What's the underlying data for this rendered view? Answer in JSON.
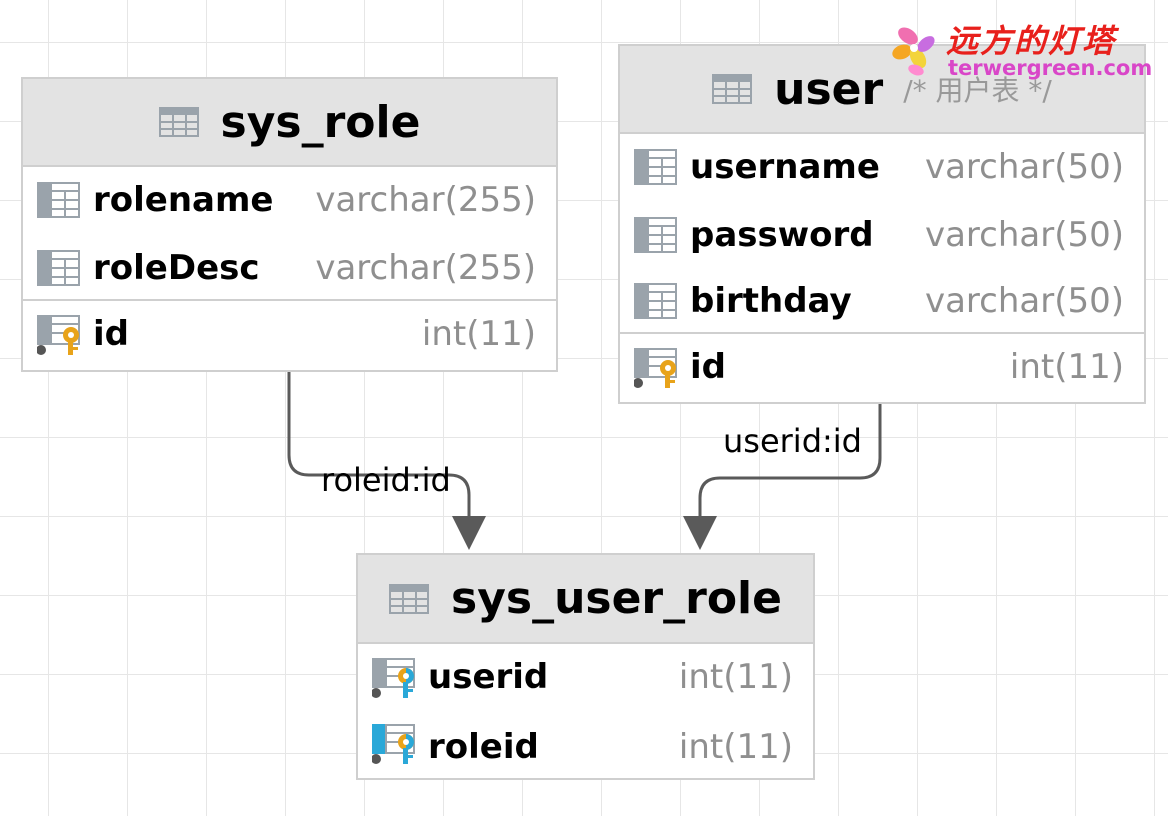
{
  "tables": {
    "sys_role": {
      "name": "sys_role",
      "columns": [
        {
          "name": "rolename",
          "type": "varchar(255)",
          "kind": "column"
        },
        {
          "name": "roleDesc",
          "type": "varchar(255)",
          "kind": "column"
        }
      ],
      "keys": [
        {
          "name": "id",
          "type": "int(11)",
          "kind": "primary-key"
        }
      ]
    },
    "user": {
      "name": "user",
      "comment": "/* 用户表 */",
      "columns": [
        {
          "name": "username",
          "type": "varchar(50)",
          "kind": "column"
        },
        {
          "name": "password",
          "type": "varchar(50)",
          "kind": "column"
        },
        {
          "name": "birthday",
          "type": "varchar(50)",
          "kind": "column"
        }
      ],
      "keys": [
        {
          "name": "id",
          "type": "int(11)",
          "kind": "primary-key"
        }
      ]
    },
    "sys_user_role": {
      "name": "sys_user_role",
      "keys": [
        {
          "name": "userid",
          "type": "int(11)",
          "kind": "primary-foreign-key"
        },
        {
          "name": "roleid",
          "type": "int(11)",
          "kind": "primary-foreign-key"
        }
      ]
    }
  },
  "links": [
    {
      "from": "sys_role",
      "to": "sys_user_role",
      "label": "roleid:id"
    },
    {
      "from": "user",
      "to": "sys_user_role",
      "label": "userid:id"
    }
  ],
  "watermark": {
    "cn_text": "远方的灯塔",
    "url_text": "terwergreen.com"
  },
  "colors": {
    "header_bg": "#e3e3e3",
    "border": "#cfcfcf",
    "type_text": "#8f8f8f",
    "link_line": "#5a5a5a",
    "key_gold": "#e8a31a",
    "key_blue": "#2aa8d8",
    "icon_gray": "#9aa3ab"
  }
}
